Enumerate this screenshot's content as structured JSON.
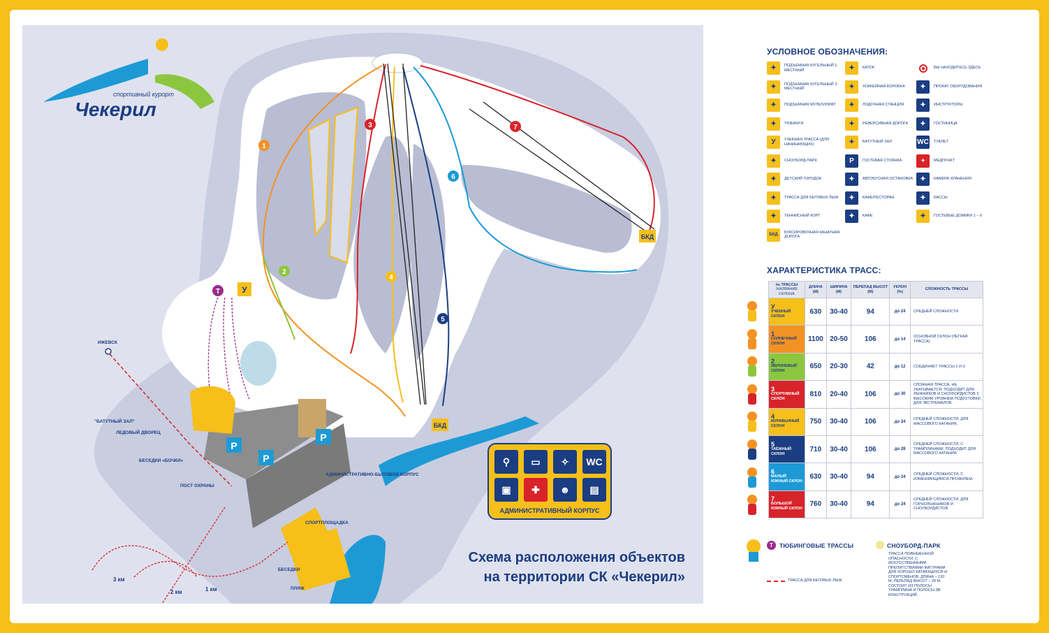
{
  "brand": {
    "tagline": "спортивный курорт",
    "name": "Чекерил"
  },
  "map_title_line1": "Схема расположения объектов",
  "map_title_line2": "на территории СК «Чекерил»",
  "map_labels": {
    "izhevsk": "ИЖЕВСК",
    "trampoline_hall": "\"БАТУТНЫЙ ЗАЛ\"",
    "ice_palace": "ЛЕДОВЫЙ ДВОРЕЦ",
    "gazebos_barrels": "БЕСЕДКИ «БОЧКИ»",
    "guard_post": "ПОСТ ОХРАНЫ",
    "admin_building": "АДМИНИСТРАТИВНО-БЫТОВОЙ КОРПУС",
    "sports_ground": "СПОРТПЛОЩАДКА",
    "gazebos": "БЕСЕДКИ",
    "beach": "ПЛЯЖ",
    "km3": "3 км",
    "km2": "2 км",
    "km1": "1 км",
    "bkd": "БКД",
    "bkd2": "БКД",
    "t": "Т",
    "u": "У",
    "tracks": [
      "1",
      "2",
      "3",
      "4",
      "5",
      "6",
      "7"
    ],
    "p": "P"
  },
  "admin_bubble": {
    "caption": "АДМИНИСТРАТИВНЫЙ КОРПУС",
    "wc": "WC"
  },
  "legend": {
    "title": "УСЛОВНОЕ ОБОЗНАЧЕНИЯ:",
    "col1": [
      {
        "icon": "chairlift-1-icon",
        "label": "ПОДЪЕМНИК БУГЕЛЬНЫЙ 1-МЕСТНЫЙ"
      },
      {
        "icon": "chairlift-2-icon",
        "label": "ПОДЪЕМНИК БУГЕЛЬНЫЙ 2-МЕСТНЫЙ"
      },
      {
        "icon": "multilift-icon",
        "label": "ПОДЪЕМНИК МУЛЬТИЛИФТ"
      },
      {
        "icon": "tubing-icon",
        "label": "ТЮБИНГИ"
      },
      {
        "icon": "training-slope-icon",
        "label": "УЧЕБНАЯ ТРАССА (ДЛЯ НАЧИНАЮЩИХ)",
        "glyph": "У"
      },
      {
        "icon": "snowboard-park-icon",
        "label": "СНОУБОРД-ПАРК"
      },
      {
        "icon": "kids-town-icon",
        "label": "ДЕТСКИЙ ГОРОДОК"
      },
      {
        "icon": "cross-country-icon",
        "label": "ТРАССА ДЛЯ БЕГОВЫХ ЛЫЖ"
      },
      {
        "icon": "tennis-icon",
        "label": "ТЕННИСНЫЙ КОРТ"
      },
      {
        "icon": "tow-rope-icon",
        "label": "БУКСИРОВОЧНАЯ КАНАТНАЯ ДОРОГА",
        "glyph": "БКД"
      }
    ],
    "col2": [
      {
        "icon": "skating-icon",
        "label": "КАТОК"
      },
      {
        "icon": "hockey-icon",
        "label": "ХОККЕЙНАЯ КОРОБКА"
      },
      {
        "icon": "boat-station-icon",
        "label": "ЛОДОЧНАЯ СТАНЦИЯ"
      },
      {
        "icon": "reverse-road-icon",
        "label": "РЕВЕРСИВНАЯ ДОРОГА"
      },
      {
        "icon": "trampoline-icon",
        "label": "БАТУТНЫЙ ЗАЛ"
      },
      {
        "icon": "parking-icon",
        "label": "ГОСТЕВАЯ СТОЯНКА",
        "glyph": "P"
      },
      {
        "icon": "bus-stop-icon",
        "label": "АВТОБУСНАЯ ОСТАНОВКА"
      },
      {
        "icon": "restaurant-icon",
        "label": "КАФЕ/РЕСТОРАН"
      },
      {
        "icon": "cafe-icon",
        "label": "КАФЕ"
      }
    ],
    "col3": [
      {
        "icon": "you-are-here-icon",
        "label": "ВЫ НАХОДИТЕСЬ ЗДЕСЬ"
      },
      {
        "icon": "rental-icon",
        "label": "ПРОКАТ ОБОРУДОВАНИЯ"
      },
      {
        "icon": "instructors-icon",
        "label": "ИНСТРУКТОРЫ"
      },
      {
        "icon": "hotel-icon",
        "label": "ГОСТИНИЦА"
      },
      {
        "icon": "toilet-icon",
        "label": "ТУАЛЕТ",
        "glyph": "WC"
      },
      {
        "icon": "first-aid-icon",
        "label": "МЕДПУНКТ",
        "glyph": "+"
      },
      {
        "icon": "storage-icon",
        "label": "КАМЕРА ХРАНЕНИЯ"
      },
      {
        "icon": "ticket-office-icon",
        "label": "КАССЫ"
      },
      {
        "icon": "guest-houses-icon",
        "label": "ГОСТЕВЫЕ ДОМИКИ 1 – 9"
      }
    ]
  },
  "tracks": {
    "title": "ХАРАКТЕРИСТИКА ТРАСС:",
    "headers": {
      "no": "№ ТРАССЫ",
      "no_sub": "/НАЗВАНИЕ СКЛОНА",
      "length": "ДЛИНА (М)",
      "width": "ШИРИНА (М)",
      "drop": "ПЕРЕПАД ВЫСОТ (М)",
      "slope": "УКЛОН (%)",
      "difficulty": "СЛОЖНОСТЬ ТРАССЫ"
    },
    "rows": [
      {
        "no": "У",
        "name": "УЧЕБНЫЙ СКЛОН",
        "color": "#f6bf1a",
        "length": "630",
        "width": "30-40",
        "drop": "94",
        "grade": "до 24",
        "desc": "СРЕДНЕЙ СЛОЖНОСТИ"
      },
      {
        "no": "1",
        "name": "СОЛНЕЧНЫЙ СКЛОН",
        "color": "#f39224",
        "length": "1100",
        "width": "20-50",
        "drop": "106",
        "grade": "до 14",
        "desc": "ОСНОВНОЙ СКЛОН (ЛЕГКАЯ ТРАССА)"
      },
      {
        "no": "2",
        "name": "ЯБЛОНЕВЫЙ СКЛОН",
        "color": "#8cc63f",
        "length": "650",
        "width": "20-30",
        "drop": "42",
        "grade": "до 12",
        "desc": "СОЕДИНЯЕТ ТРАССЫ 1 И 3"
      },
      {
        "no": "3",
        "name": "СПОРТИВНЫЙ СКЛОН",
        "color": "#d8232a",
        "length": "810",
        "width": "20-40",
        "drop": "106",
        "grade": "до 30",
        "desc": "СЛОЖНАЯ ТРАССА. НЕ УКАТЫВАЕТСЯ. ПОДХОДИТ ДЛЯ ЛЫЖНИКОВ И СНОУБОРДИСТОВ С ВЫСОКИМ УРОВНЕМ ПОДГОТОВКИ, ДЛЯ ЭКСТРЕМАЛОВ."
      },
      {
        "no": "4",
        "name": "МУРАВЬИНЫЙ СКЛОН",
        "color": "#f6bf1a",
        "length": "750",
        "width": "30-40",
        "drop": "106",
        "grade": "до 24",
        "desc": "СРЕДНЕЙ СЛОЖНОСТИ, ДЛЯ МАССОВОГО КАТАНИЯ."
      },
      {
        "no": "5",
        "name": "ТАЁЖНЫЙ СКЛОН",
        "color": "#1b3d82",
        "length": "710",
        "width": "30-40",
        "drop": "106",
        "grade": "до 28",
        "desc": "СРЕДНЕЙ СЛОЖНОСТИ, С ТРАМПЛИНАМИ, ПОДХОДИТ ДЛЯ МАССОВОГО КАТАНИЯ."
      },
      {
        "no": "6",
        "name": "МАЛЫЙ ЮЖНЫЙ СКЛОН",
        "color": "#1d9ad6",
        "length": "630",
        "width": "30-40",
        "drop": "94",
        "grade": "до 24",
        "desc": "СРЕДНЕЙ СЛОЖНОСТИ, С ИЗМЕНЯЮЩИМСЯ ПРОФИЛЕМ."
      },
      {
        "no": "7",
        "name": "БОЛЬШОЙ ЮЖНЫЙ СКЛОН",
        "color": "#d8232a",
        "length": "760",
        "width": "30-40",
        "drop": "94",
        "grade": "до 24",
        "desc": "СРЕДНЕЙ СЛОЖНОСТИ, ДЛЯ ГОРНОЛЫЖНИКОВ И СНОУБОРДИСТОВ"
      }
    ]
  },
  "bottom": {
    "tubing_glyph": "Т",
    "tubing": "ТЮБИНГОВЫЕ ТРАССЫ",
    "ski_track": "ТРАССА ДЛЯ БЕГОВЫХ ЛЫЖ",
    "snowpark": "СНОУБОРД-ПАРК",
    "snowpark_desc": "ТРАССА ПОВЫШЕННОЙ ОПАСНОСТИ, С ИСКУССТВЕННЫМИ ПРЕПЯТСТВИЯМИ ФИГУРАМИ ДЛЯ ХОРОШО КАТАЮЩИХСЯ И СПОРТСМЕНОВ. ДЛИНА – 120 М, ПЕРЕПАД ВЫСОТ – 28 М. СОСТОИТ ИЗ ПОЛОСЫ ТРАМПЛИНА И ПОЛОСЫ ЗВ КОНСТРУКЦИЙ."
  }
}
